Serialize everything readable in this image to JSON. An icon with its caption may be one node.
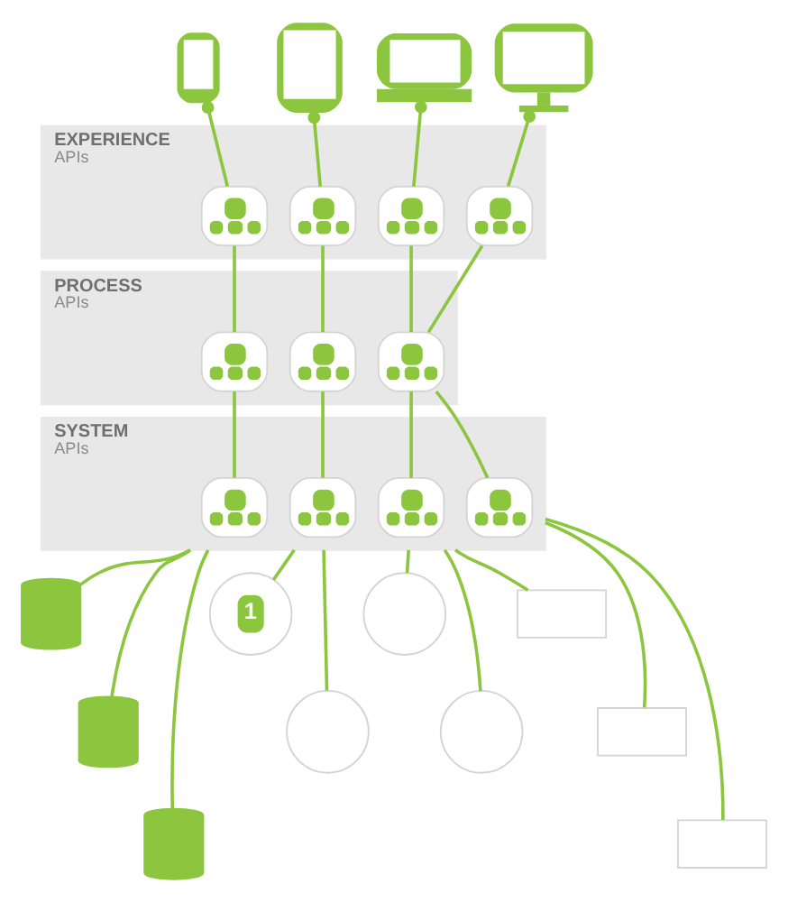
{
  "diagram": {
    "nodes": [
      {
        "text": [],
        "shape": "picture"
      },
      {
        "text": [],
        "shape": "picture"
      },
      {
        "text": [],
        "shape": "picture"
      },
      {
        "text": [],
        "shape": "picture"
      },
      {
        "text": [
          "EXPERIENCE",
          "APIs"
        ]
      },
      {
        "text": [],
        "shape": "box",
        "in": 4
      },
      {
        "text": [],
        "shape": "box",
        "in": 4
      },
      {
        "text": [],
        "shape": "box",
        "in": 4
      },
      {
        "text": [],
        "shape": "box",
        "in": 4
      },
      {
        "text": [
          "PROCESS",
          "APIs"
        ]
      },
      {
        "text": [],
        "shape": "box",
        "in": 9
      },
      {
        "text": [],
        "shape": "box",
        "in": 9
      },
      {
        "text": [],
        "shape": "box",
        "in": 9
      },
      {
        "text": [
          "SYSTEM",
          "APIs"
        ]
      },
      {
        "text": [],
        "shape": "box",
        "in": 13
      },
      {
        "text": [],
        "shape": "box",
        "in": 13
      },
      {
        "text": [],
        "shape": "box",
        "in": 13
      },
      {
        "text": [],
        "shape": "box",
        "in": 13
      },
      {
        "text": [],
        "shape": "cylinder"
      },
      {
        "text": [],
        "shape": "cylinder"
      },
      {
        "text": [],
        "shape": "cylinder"
      },
      {
        "text": [
          "1"
        ]
      },
      {
        "text": [],
        "shape": "circle"
      },
      {
        "text": [],
        "shape": "circle"
      },
      {
        "text": [],
        "shape": "circle"
      },
      {
        "text": [],
        "shape": "box"
      },
      {
        "text": [],
        "shape": "box"
      },
      {
        "text": [],
        "shape": "box"
      }
    ],
    "edges": [
      {
        "from": 0,
        "to": 5,
        "arrow": "other"
      },
      {
        "from": 1,
        "to": 6,
        "arrow": "other"
      },
      {
        "from": 2,
        "to": 7,
        "arrow": "other"
      },
      {
        "from": 3,
        "to": 8,
        "arrow": "other"
      },
      {
        "from": 5,
        "to": 10,
        "arrow": "none"
      },
      {
        "from": 6,
        "to": 11,
        "arrow": "none"
      },
      {
        "from": 7,
        "to": 12,
        "arrow": "none"
      },
      {
        "from": 8,
        "to": 12,
        "arrow": "none"
      },
      {
        "from": 10,
        "to": 14,
        "arrow": "none"
      },
      {
        "from": 11,
        "to": 15,
        "arrow": "none"
      },
      {
        "from": 12,
        "to": 16,
        "arrow": "none"
      },
      {
        "from": 12,
        "to": 17,
        "arrow": "none"
      },
      {
        "from": 13,
        "to": 18,
        "arrow": "none"
      },
      {
        "from": 13,
        "to": 19,
        "arrow": "none"
      },
      {
        "from": 13,
        "to": 20,
        "arrow": "none"
      },
      {
        "from": 13,
        "to": 21,
        "arrow": "none"
      },
      {
        "from": 13,
        "to": 22,
        "arrow": "none"
      },
      {
        "from": 13,
        "to": 23,
        "arrow": "none"
      },
      {
        "from": 13,
        "to": 24,
        "arrow": "none"
      },
      {
        "from": 13,
        "to": 25,
        "arrow": "none"
      },
      {
        "from": 13,
        "to": 26,
        "arrow": "none"
      },
      {
        "from": 13,
        "to": 27,
        "arrow": "none"
      }
    ]
  }
}
